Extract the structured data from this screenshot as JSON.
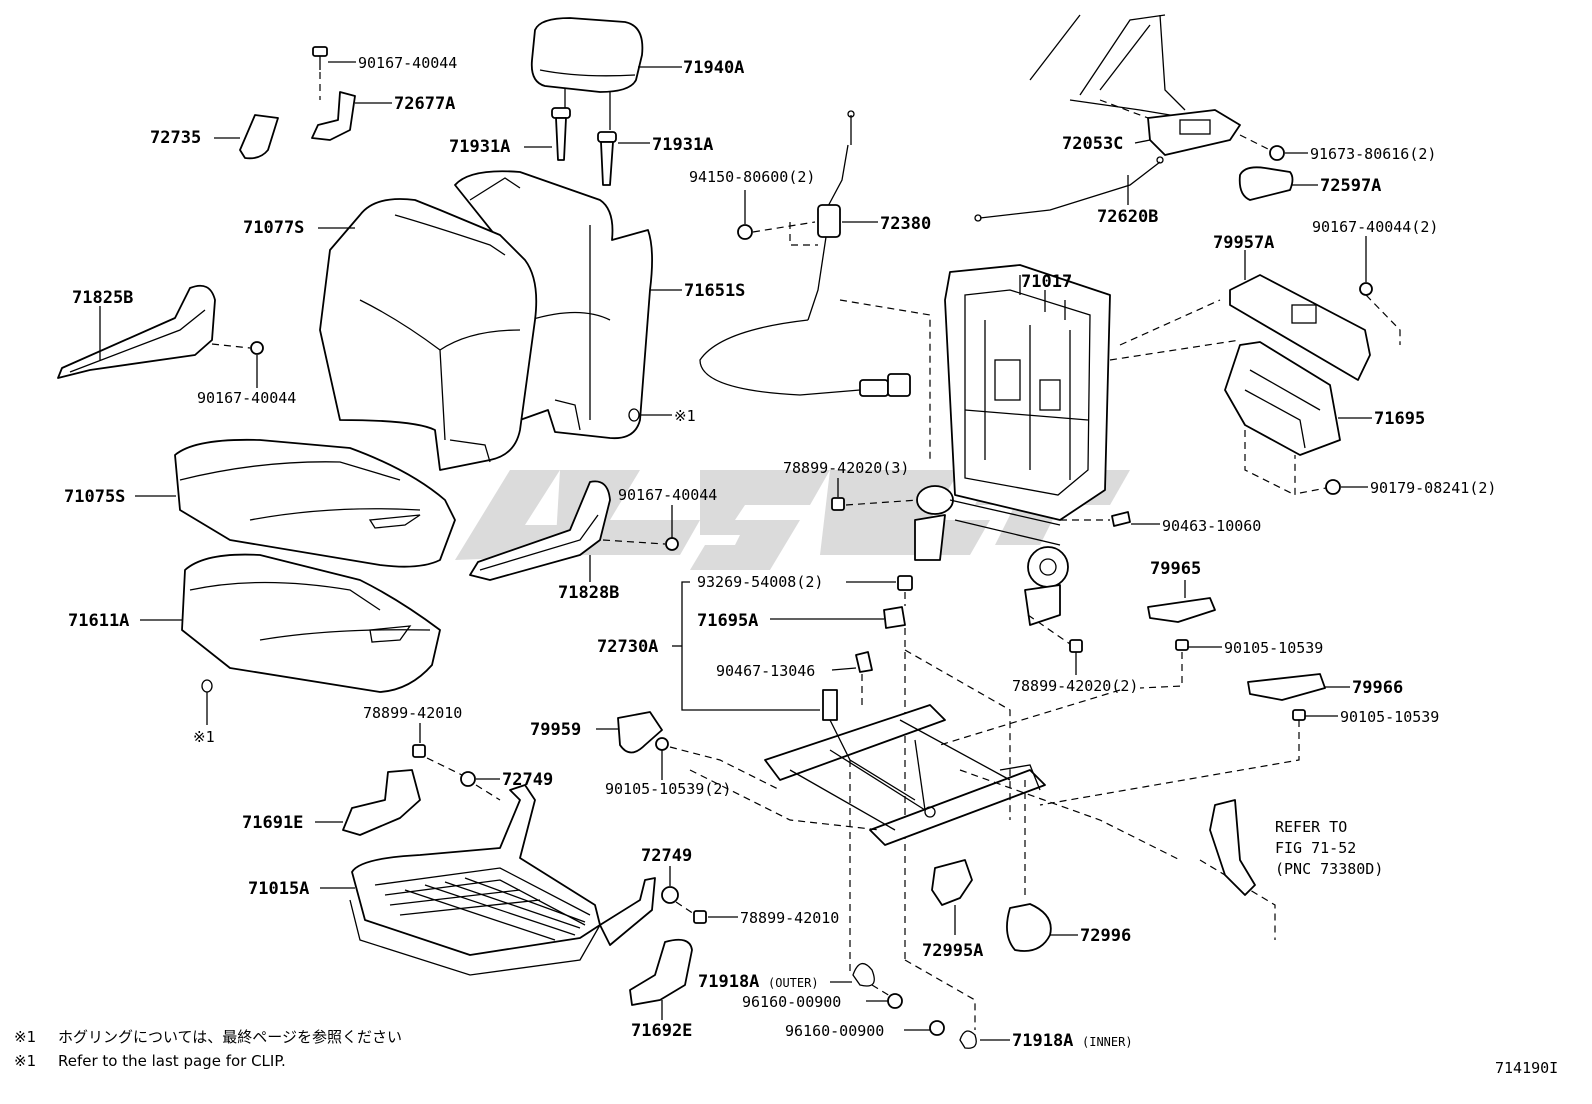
{
  "labels": {
    "p71940A": "71940A",
    "p90167_top": "90167-40044",
    "p72677A": "72677A",
    "p72735": "72735",
    "p71931A_l": "71931A",
    "p71931A_r": "71931A",
    "p71077S": "71077S",
    "p71651S": "71651S",
    "p71825B": "71825B",
    "p90167_left": "90167-40044",
    "p71075S": "71075S",
    "p71611A": "71611A",
    "p78899_42010_a": "78899-42010",
    "p72749_a": "72749",
    "p79959": "79959",
    "p90105_2": "90105-10539(2)",
    "p71691E": "71691E",
    "p71015A": "71015A",
    "p72749_b": "72749",
    "p78899_42010_b": "78899-42010",
    "p71692E": "71692E",
    "p71918A_outer": "71918A",
    "outer_tag": "(OUTER)",
    "p96160_a": "96160-00900",
    "p96160_b": "96160-00900",
    "p71918A_inner": "71918A",
    "inner_tag": "(INNER)",
    "p94150": "94150-80600(2)",
    "p72380": "72380",
    "p90167_mid": "90167-40044",
    "p71828B": "71828B",
    "p93269": "93269-54008(2)",
    "p71695A": "71695A",
    "p72730A": "72730A",
    "p90467": "90467-13046",
    "p72053C": "72053C",
    "p91673": "91673-80616(2)",
    "p72597A": "72597A",
    "p72620B": "72620B",
    "p79957A": "79957A",
    "p90167_2": "90167-40044(2)",
    "p71017": "71017",
    "p71695": "71695",
    "p90179": "90179-08241(2)",
    "p78899_42020_3": "78899-42020(3)",
    "p90463": "90463-10060",
    "p79965": "79965",
    "p90105_a": "90105-10539",
    "p78899_42020_2": "78899-42020(2)",
    "p79966": "79966",
    "p90105_b": "90105-10539",
    "p72995A": "72995A",
    "p72996": "72996",
    "refer_1": "REFER TO",
    "refer_2": "FIG 71-52",
    "refer_3": "(PNC 73380D)",
    "clip_mark_1": "※1",
    "clip_mark_2": "※1"
  },
  "footnotes": {
    "jp_mark": "※1",
    "jp_text": "ホグリングについては、最終ページを参照ください",
    "en_mark": "※1",
    "en_text": "Refer to the last page for CLIP."
  },
  "figure_id": "714190I",
  "watermark_color": "#bdbdbd"
}
